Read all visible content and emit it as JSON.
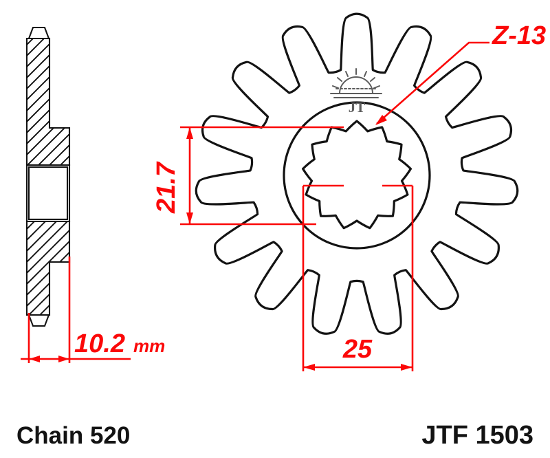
{
  "document": {
    "type": "technical-drawing",
    "subject": "motorcycle front sprocket",
    "background_color": "#ffffff",
    "line_color": "#131313",
    "dimension_color": "#fb0808"
  },
  "labels": {
    "chain": "Chain 520",
    "part_number": "JTF 1503"
  },
  "dimensions": {
    "thickness": {
      "value": "10.2",
      "unit": "mm",
      "name": "overall-thickness"
    },
    "spline_minor": {
      "value": "21.7",
      "name": "spline-minor-diameter"
    },
    "spline_major": {
      "value": "25",
      "name": "spline-major-diameter"
    },
    "spline_count": {
      "value": "Z-13",
      "name": "spline-tooth-count"
    }
  },
  "views": {
    "side_section": {
      "name": "side-section-view",
      "description": "cross-section side profile with hatching"
    },
    "front": {
      "name": "front-view",
      "teeth": 15,
      "spline_teeth": 13,
      "description": "front face of sprocket with teeth, hub circle and splined bore"
    }
  },
  "logo": {
    "name": "jt-sunrise-logo",
    "text": "JT",
    "color": "#5c5c5c"
  }
}
